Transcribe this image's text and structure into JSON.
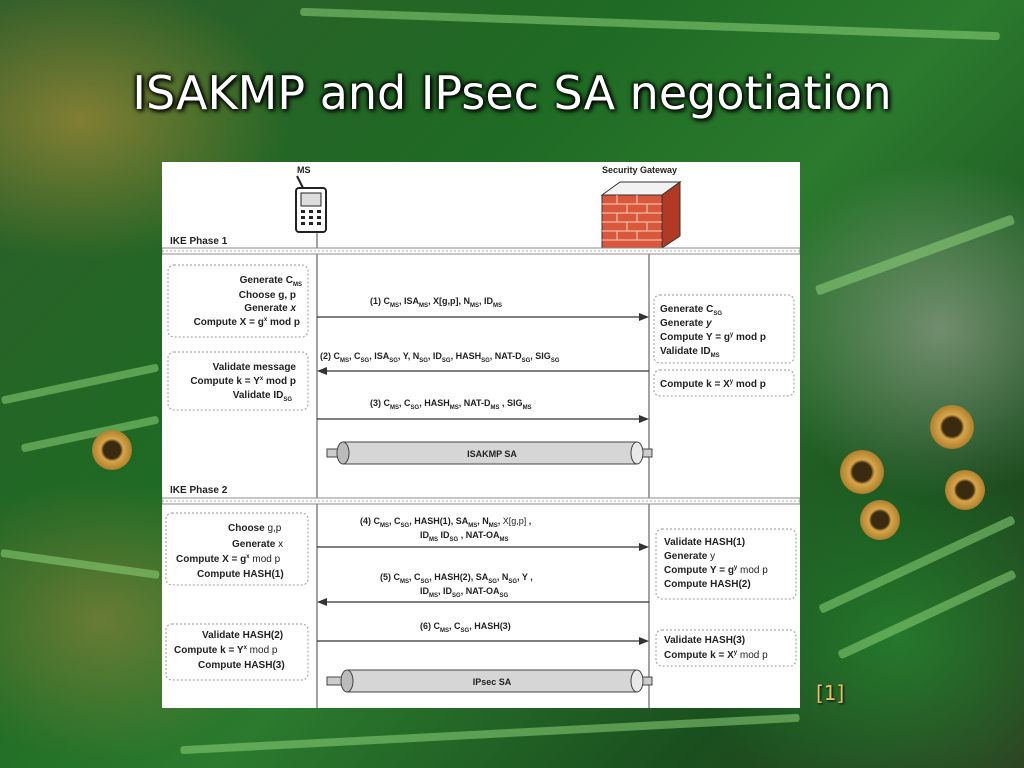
{
  "slide": {
    "title": "ISAKMP and IPsec SA negotiation",
    "reference": "[1]"
  },
  "diagram": {
    "parties": {
      "left": "MS",
      "right": "Security Gateway"
    },
    "phase1": {
      "label": "IKE Phase 1",
      "ms_box1": [
        "Generate C_MS",
        "Choose g, p",
        "Generate x",
        "Compute X = g^x mod p"
      ],
      "ms_box2": [
        "Validate message",
        "Compute k = Y^x mod p",
        "Validate ID_SG"
      ],
      "sg_box1": [
        "Generate C_SG",
        "Generate y",
        "Compute Y = g^y mod p",
        "Validate ID_MS"
      ],
      "sg_box2": [
        "Compute k = X^y mod p"
      ],
      "messages": [
        "(1) C_MS, ISA_MS, X[g,p], N_MS, ID_MS",
        "(2) C_MS, C_SG, ISA_SG, Y, N_SG, ID_SG, HASH_SG, NAT-D_SG, SIG_SG",
        "(3) C_MS, C_SG, HASH_MS, NAT-D_MS, SIG_MS"
      ],
      "tunnel": "ISAKMP SA"
    },
    "phase2": {
      "label": "IKE Phase 2",
      "ms_box1": [
        "Choose g,p",
        "Generate x",
        "Compute X = g^x mod p",
        "Compute HASH(1)"
      ],
      "ms_box2": [
        "Validate HASH(2)",
        "Compute k = Y^x mod p",
        "Compute HASH(3)"
      ],
      "sg_box1": [
        "Validate HASH(1)",
        "Generate y",
        "Compute Y = g^y mod p",
        "Compute HASH(2)"
      ],
      "sg_box2": [
        "Validate HASH(3)",
        "Compute k = X^y mod p"
      ],
      "messages": [
        "(4) C_MS, C_SG, HASH(1), SA_MS, N_MS, X[g,p] , ID_MS ID_SG , NAT-OA_MS",
        "(5) C_MS, C_SG, HASH(2), SA_SG, N_SG, Y , ID_MS, ID_SG, NAT-OA_SG",
        "(6) C_MS, C_SG, HASH(3)"
      ],
      "tunnel": "IPsec SA"
    }
  }
}
